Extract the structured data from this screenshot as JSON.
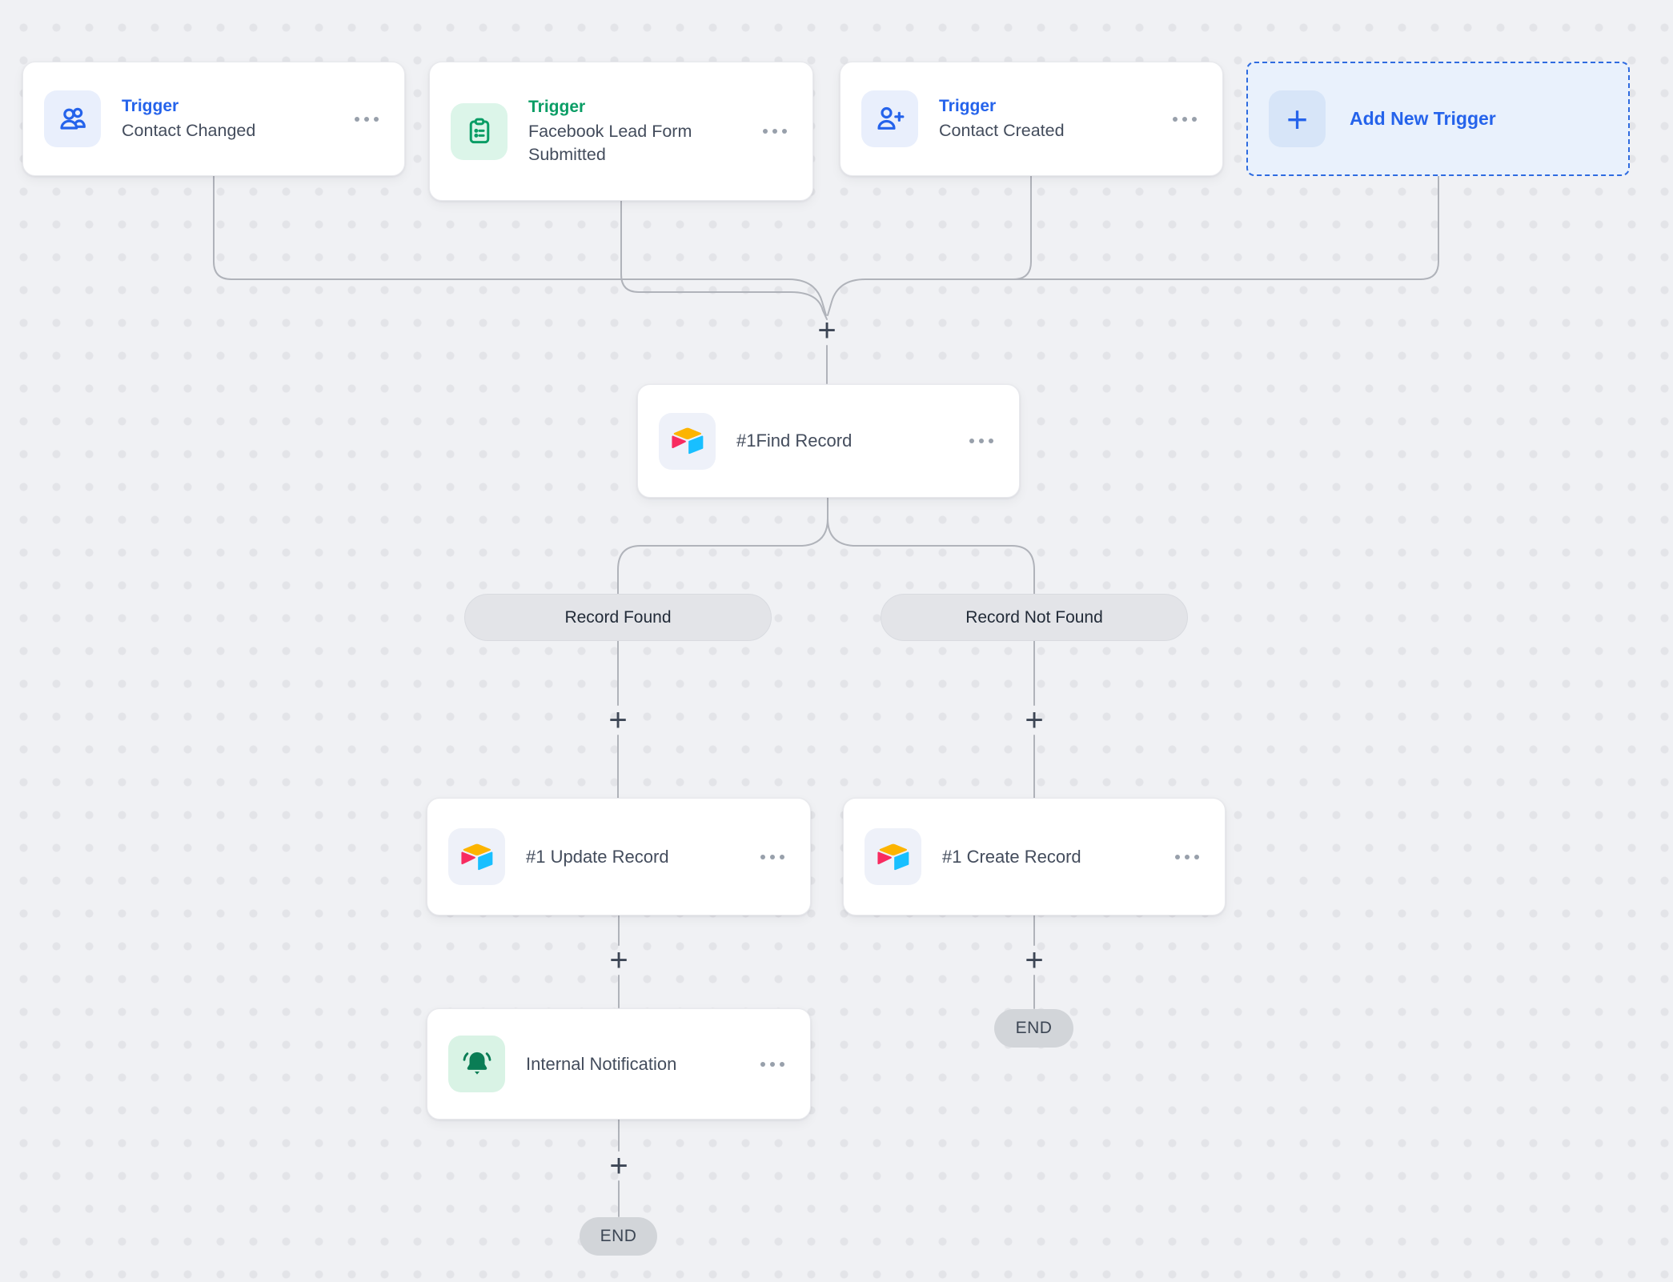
{
  "flow": {
    "triggers": [
      {
        "type_label": "Trigger",
        "name": "Contact Changed"
      },
      {
        "type_label": "Trigger",
        "name": "Facebook Lead Form Submitted"
      },
      {
        "type_label": "Trigger",
        "name": "Contact Created"
      }
    ],
    "add_trigger_label": "Add New Trigger",
    "actions": {
      "find_record": "#1Find Record",
      "update_record": "#1 Update Record",
      "create_record": "#1 Create Record",
      "internal_notification": "Internal Notification"
    },
    "branch_labels": {
      "found": "Record Found",
      "not_found": "Record Not Found"
    },
    "end_label": "END",
    "add_step_symbol": "+"
  },
  "icons": {
    "contact_changed": "users-icon",
    "facebook_lead_form": "clipboard-list-icon",
    "contact_created": "user-plus-icon",
    "find_record": "airtable-icon",
    "update_record": "airtable-icon",
    "create_record": "airtable-icon",
    "internal_notification": "bell-icon",
    "add_trigger": "plus-icon",
    "card_menu": "ellipsis-icon"
  },
  "colors": {
    "canvas_bg": "#f0f1f4",
    "grid_dot": "#e3e4e8",
    "connector": "#b0b3ba",
    "accent_blue": "#2563eb",
    "accent_green": "#0a9d65",
    "bell_green": "#0a7d55",
    "airtable_yellow": "#fcb400",
    "airtable_red": "#f82b60",
    "airtable_cyan": "#18bfff",
    "pill_bg": "#e3e4e8",
    "end_bg": "#d2d5d9",
    "card_text": "#434c5c"
  }
}
